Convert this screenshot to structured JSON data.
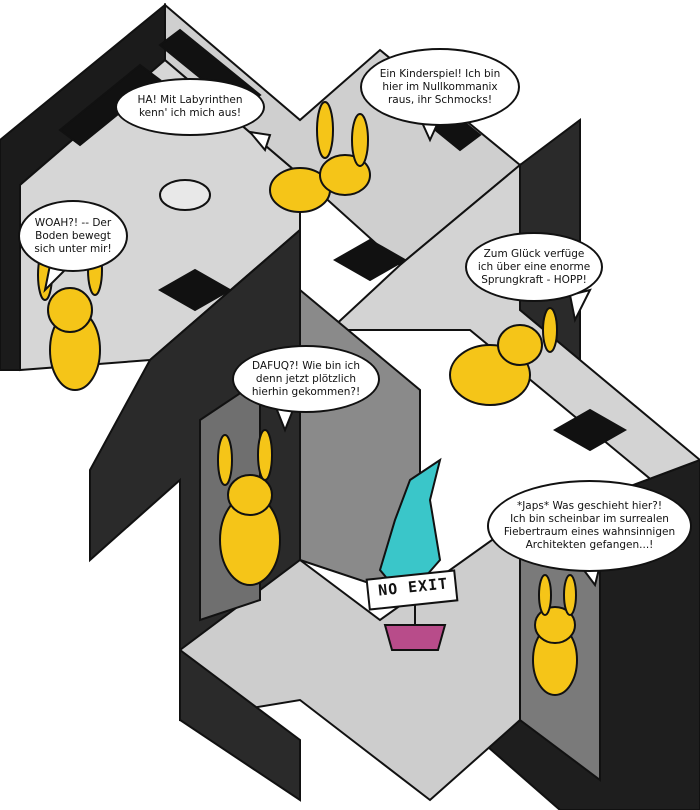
{
  "bubbles": {
    "b1": [
      "HA! Mit Labyrinthen",
      "kenn' ich mich aus!"
    ],
    "b2": [
      "Ein Kinderspiel! Ich bin",
      "hier im Nullkommanix",
      "raus, ihr Schmocks!"
    ],
    "b3": [
      "WOAH?! -- Der",
      "Boden bewegt",
      "sich unter mir!"
    ],
    "b4": [
      "Zum Glück verfüge",
      "ich über eine enorme",
      "Sprungkraft - HOPP!"
    ],
    "b5": [
      "DAFUQ?! Wie bin ich",
      "denn jetzt plötzlich",
      "hierhin gekommen?!"
    ],
    "b6": [
      "*Japs* Was geschieht hier?!",
      "Ich bin scheinbar im surrealen",
      "Fiebertraum eines wahnsinnigen",
      "Architekten gefangen...!"
    ]
  },
  "sign": "NO EXIT",
  "colors": {
    "bunny": "#f5c518",
    "floor": "#d9d9d9",
    "wall_dark": "#2b2b2b",
    "wall_mid": "#8c8c8c",
    "plant": "#3ac6c9",
    "pot": "#b84c8a"
  }
}
